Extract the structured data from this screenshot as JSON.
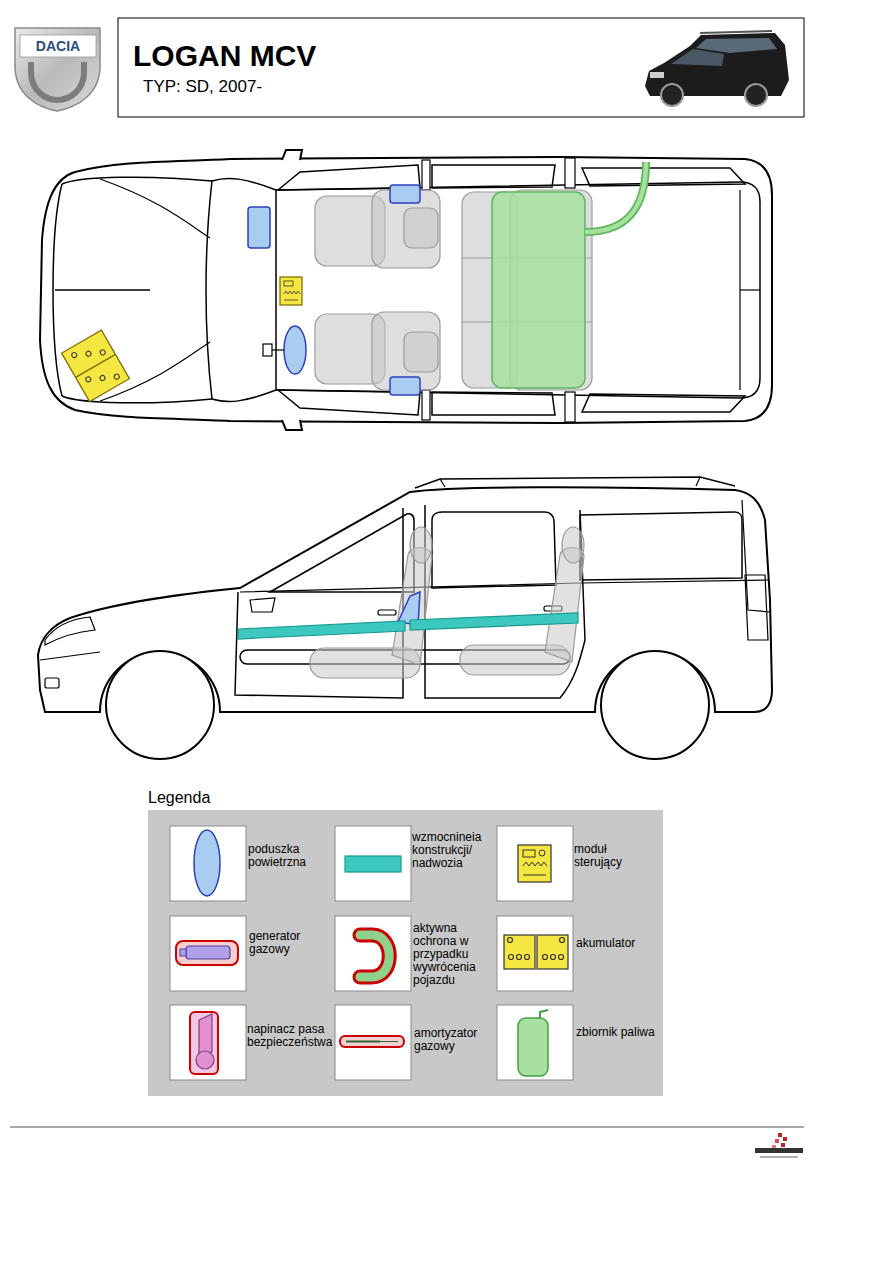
{
  "diagram": {
    "title": "LOGAN MCV",
    "labels": [
      "DACIA",
      "TYP: SD, 2007-",
      "Legenda"
    ],
    "legend": [
      {
        "text": "poduszka powietrzna"
      },
      {
        "text": "wzmocnineia konstrukcji/ nadwozia"
      },
      {
        "text": "moduł sterujący"
      },
      {
        "text": "generator gazowy"
      },
      {
        "text": "aktywna ochrona w przypadku wywrócenia pojazdu"
      },
      {
        "text": "akumulator"
      },
      {
        "text": "napinacz pasa bezpieczeństwa"
      },
      {
        "text": "amortyzator gazowy"
      },
      {
        "text": "zbiornik paliwa"
      }
    ]
  }
}
